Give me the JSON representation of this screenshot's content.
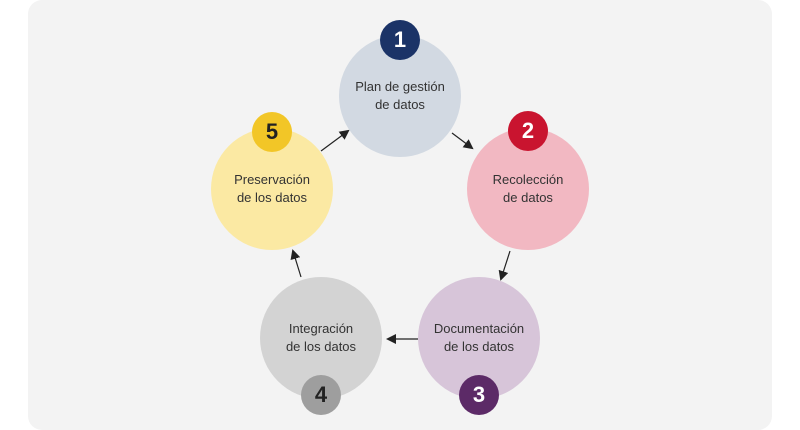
{
  "steps": [
    {
      "number": "1",
      "label": "Plan de gestión\nde datos",
      "fill": "#d2d9e2",
      "badge_color": "#1b3367",
      "badge_text_color": "#ffffff"
    },
    {
      "number": "2",
      "label": "Recolección\nde datos",
      "fill": "#f2b8c2",
      "badge_color": "#c9142f",
      "badge_text_color": "#ffffff"
    },
    {
      "number": "3",
      "label": "Documentación\nde los datos",
      "fill": "#d7c5d9",
      "badge_color": "#5c2a67",
      "badge_text_color": "#ffffff"
    },
    {
      "number": "4",
      "label": "Integración\nde los datos",
      "fill": "#d3d3d3",
      "badge_color": "#9e9e9e",
      "badge_text_color": "#222222"
    },
    {
      "number": "5",
      "label": "Preservación\nde los datos",
      "fill": "#fbe9a3",
      "badge_color": "#f2c627",
      "badge_text_color": "#222222"
    }
  ],
  "colors": {
    "background": "#f3f3f3",
    "arrow": "#222222"
  }
}
